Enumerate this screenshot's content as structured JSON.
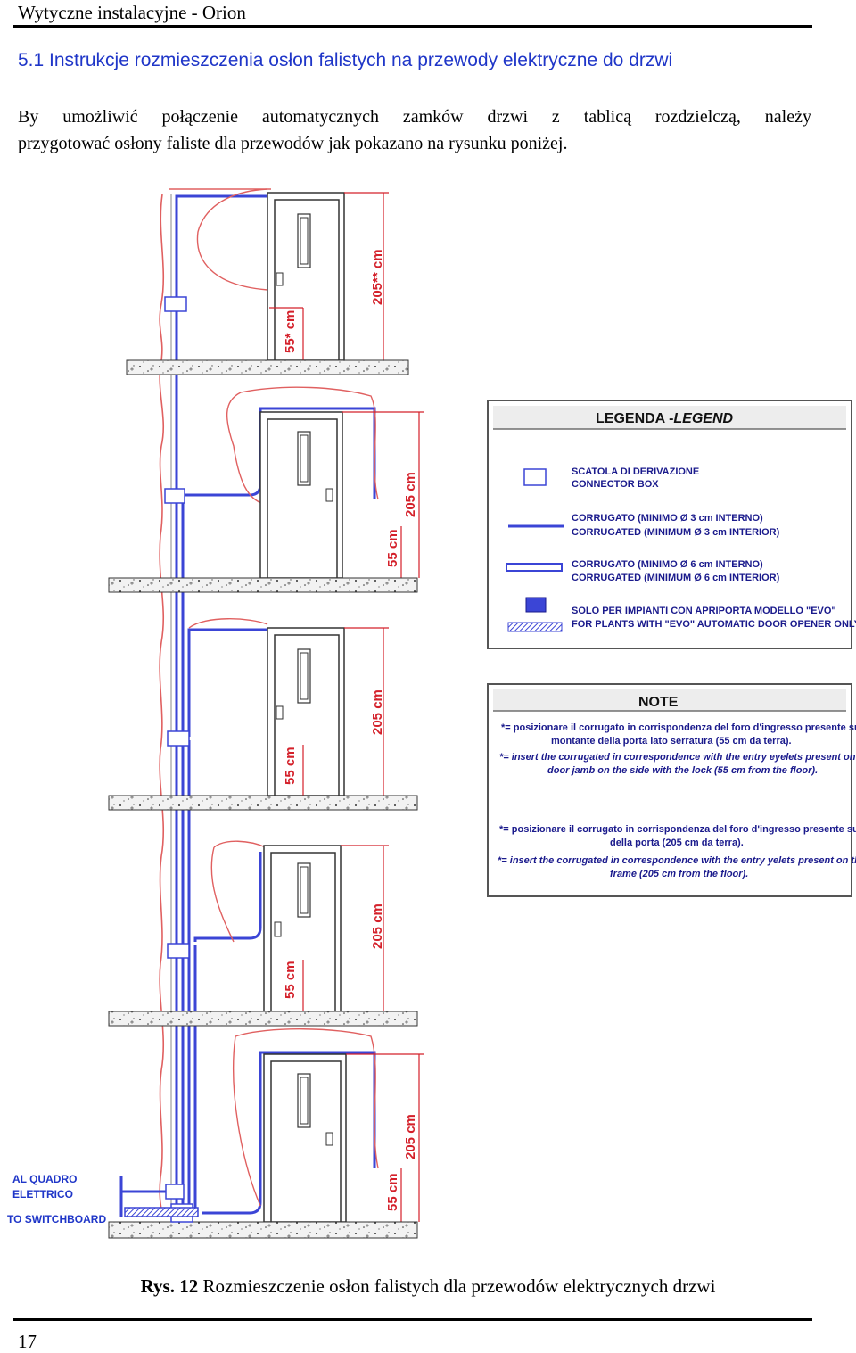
{
  "header": {
    "text": "Wytyczne instalacyjne - Orion"
  },
  "section_title": "5.1 Instrukcje rozmieszczenia osłon falistych na przewody elektryczne do drzwi",
  "intro": {
    "line1": "By umożliwić połączenie automatycznych zamków drzwi z tablicą rozdzielczą, należy",
    "line2": "przygotować osłony faliste dla przewodów jak pokazano na rysunku poniżej."
  },
  "figure": {
    "dimensions": {
      "top_small": "55* cm",
      "top_large": "205** cm",
      "small": "55 cm",
      "large": "205 cm"
    },
    "switchboard": {
      "line1": "AL QUADRO",
      "line2": "ELETTRICO",
      "line3": "TO SWITCHBOARD"
    },
    "legend": {
      "title": "LEGENDA -",
      "title_italic": "LEGEND",
      "items": [
        {
          "it": "SCATOLA DI DERIVAZIONE",
          "en": "CONNECTOR BOX"
        },
        {
          "it": "CORRUGATO (MINIMO Ø 3 cm  INTERNO)",
          "en": "CORRUGATED (MINIMUM Ø 3 cm  INTERIOR)"
        },
        {
          "it": "CORRUGATO (MINIMO Ø 6 cm  INTERNO)",
          "en": "CORRUGATED (MINIMUM Ø 6 cm  INTERIOR)"
        },
        {
          "it": "SOLO PER IMPIANTI CON APRIPORTA MODELLO \"EVO\"",
          "en": "FOR PLANTS WITH \"EVO\" AUTOMATIC DOOR OPENER ONLY"
        }
      ]
    },
    "note": {
      "title": "NOTE",
      "n1_it_a": "*= posizionare il corrugato in corrispondenza del foro d'ingresso presente sul",
      "n1_it_b": "montante della porta lato serratura (55 cm da terra).",
      "n1_en_a": "*= insert the corrugated in correspondence with the entry eyelets present on the",
      "n1_en_b": "door jamb on the side with the lock (55 cm from the floor).",
      "n2_it_a": "*= posizionare il corrugato in corrispondenza del foro d'ingresso presente sul telaio",
      "n2_it_b": "della porta (205 cm da terra).",
      "n2_en_a": "*= insert the corrugated in correspondence with the entry yelets present on the door",
      "n2_en_b": "frame (205 cm from the floor)."
    }
  },
  "caption": {
    "label": "Rys. 12",
    "text": " Rozmieszczenie osłon falistych dla przewodów elektrycznych drzwi"
  },
  "page_number": "17",
  "colors": {
    "title": "#1f36c8",
    "conduit": "#3b45d6",
    "flex": "#7b7fe6",
    "dimension": "#d4202a",
    "red_flex": "#e06060"
  }
}
